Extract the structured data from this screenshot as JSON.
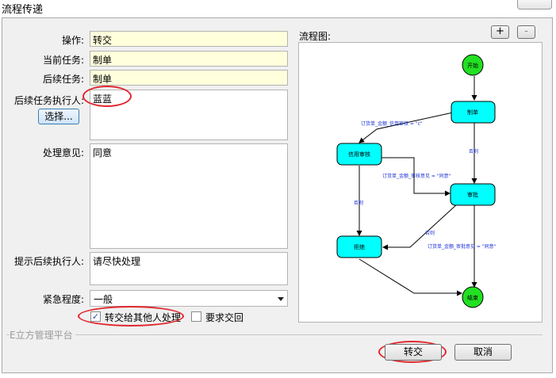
{
  "window": {
    "title": "流程传递"
  },
  "form": {
    "operation_label": "操作:",
    "operation_value": "转交",
    "current_task_label": "当前任务:",
    "current_task_value": "制单",
    "next_task_label": "后续任务:",
    "next_task_value": "制单",
    "next_executor_label": "后续任务执行人:",
    "next_executor_value": "蓝蓝",
    "select_button": "选择...",
    "opinion_label": "处理意见:",
    "opinion_value": "同意",
    "prompt_label": "提示后续执行人:",
    "prompt_value": "请尽快处理",
    "urgency_label": "紧急程度:",
    "urgency_value": "一般",
    "transfer_checkbox_label": "转交给其他人处理",
    "transfer_checked": true,
    "return_checkbox_label": "要求交回",
    "return_checked": false
  },
  "flow": {
    "title_label": "流程图:",
    "zoom_in": "+",
    "zoom_out": "-",
    "nodes": {
      "start": "开始",
      "zhidan": "制单",
      "xinyong": "信用审核",
      "shenpi": "审批",
      "jujue": "拒绝",
      "end": "结束"
    },
    "edges": {
      "e1": "订货单_金额_信用审核 = \"c\"",
      "e2": "否则",
      "e3": "订货单_金额_审核意见 = \"同意\"",
      "e4": "否则",
      "e5": "否则",
      "e6": "订货单_金额_审批意见 = \"同意\""
    }
  },
  "footer": {
    "platform_legend": "E立方管理平台",
    "transfer_button": "转交",
    "cancel_button": "取消"
  }
}
